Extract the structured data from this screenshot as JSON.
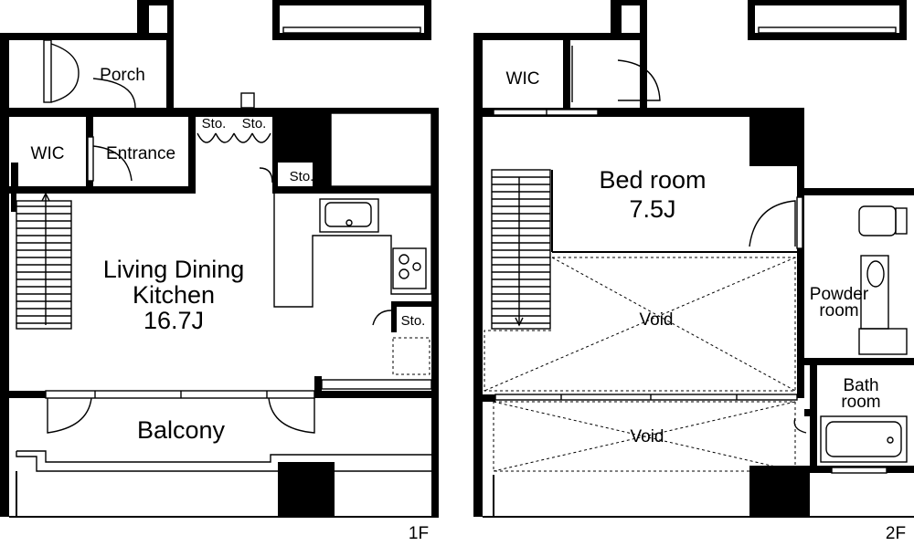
{
  "floor1": {
    "floor_label": "1F",
    "rooms": {
      "porch": "Porch",
      "wic": "WIC",
      "entrance": "Entrance",
      "sto_1": "Sto.",
      "sto_2": "Sto.",
      "sto_3": "Sto.",
      "sto_4": "Sto.",
      "ldk_line1": "Living Dining",
      "ldk_line2": "Kitchen",
      "ldk_size": "16.7J",
      "balcony": "Balcony"
    }
  },
  "floor2": {
    "floor_label": "2F",
    "rooms": {
      "wic": "WIC",
      "bedroom": "Bed room",
      "bedroom_size": "7.5J",
      "void_1": "Void",
      "void_2": "Void",
      "powder_line1": "Powder",
      "powder_line2": "room",
      "bath_line1": "Bath",
      "bath_line2": "room"
    }
  }
}
